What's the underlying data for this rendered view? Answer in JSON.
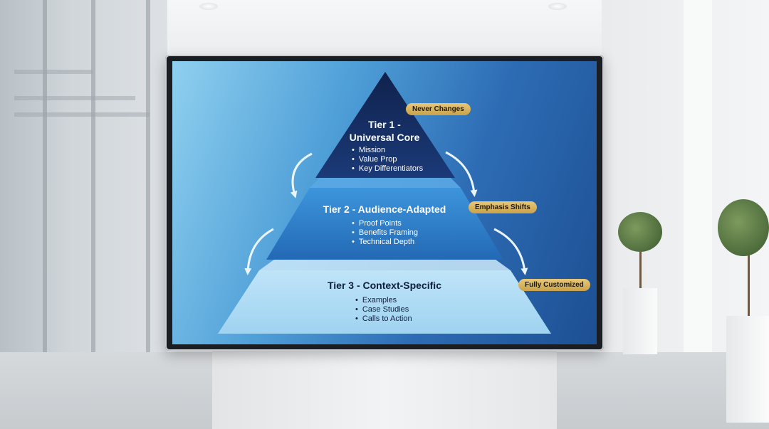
{
  "diagram": {
    "tiers": [
      {
        "id": "tier1",
        "title_line1": "Tier 1 -",
        "title_line2": "Universal Core",
        "items": [
          "Mission",
          "Value Prop",
          "Key Differentiators"
        ],
        "badge": "Never Changes"
      },
      {
        "id": "tier2",
        "title": "Tier 2 - Audience-Adapted",
        "items": [
          "Proof Points",
          "Benefits Framing",
          "Technical Depth"
        ],
        "badge": "Emphasis Shifts"
      },
      {
        "id": "tier3",
        "title": "Tier 3 - Context-Specific",
        "items": [
          "Examples",
          "Case Studies",
          "Calls to Action"
        ],
        "badge": "Fully Customized"
      }
    ]
  },
  "colors": {
    "tier1": "#142a5c",
    "tier2": "#2f7fcc",
    "tier3": "#a9d9f4",
    "badge": "#d9b560"
  }
}
